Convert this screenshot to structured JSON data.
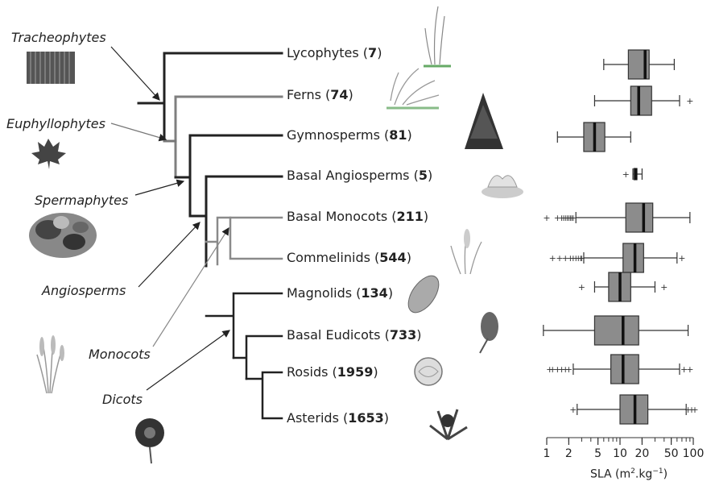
{
  "clades": {
    "tracheophytes": "Tracheophytes",
    "euphyllophytes": "Euphyllophytes",
    "spermaphytes": "Spermaphytes",
    "angiosperms": "Angiosperms",
    "monocots": "Monocots",
    "dicots": "Dicots"
  },
  "taxa": [
    {
      "name": "Lycophytes",
      "n": "7"
    },
    {
      "name": "Ferns",
      "n": "74"
    },
    {
      "name": "Gymnosperms",
      "n": "81"
    },
    {
      "name": "Basal Angiosperms",
      "n": "5"
    },
    {
      "name": "Basal Monocots",
      "n": "211"
    },
    {
      "name": "Commelinids",
      "n": "544"
    },
    {
      "name": "Magnolids",
      "n": "134"
    },
    {
      "name": "Basal Eudicots",
      "n": "733"
    },
    {
      "name": "Rosids",
      "n": "1959"
    },
    {
      "name": "Asterids",
      "n": "1653"
    }
  ],
  "axis": {
    "title_main": "SLA (m",
    "title_sup1": "2",
    "title_mid": ".kg",
    "title_sup2": "−1",
    "title_end": ")",
    "tick_labels": [
      "1",
      "2",
      "5",
      "10",
      "20",
      "50",
      "100"
    ]
  },
  "chart_data": {
    "type": "boxplot",
    "scale": "log",
    "xlim": [
      1,
      100
    ],
    "box_fill": "#8c8c8c",
    "series": [
      {
        "group": "Lycophytes",
        "min": 6,
        "q1": 13,
        "median": 22,
        "q3": 25,
        "max": 55,
        "outliers": []
      },
      {
        "group": "Ferns",
        "min": 4.5,
        "q1": 14,
        "median": 18,
        "q3": 27,
        "max": 65,
        "outliers": [
          90
        ]
      },
      {
        "group": "Gymnosperms",
        "min": 1.4,
        "q1": 3.2,
        "median": 4.5,
        "q3": 6.2,
        "max": 14,
        "outliers": []
      },
      {
        "group": "Basal Angiosperms",
        "min": 15,
        "q1": 15.5,
        "median": 16.5,
        "q3": 17,
        "max": 20,
        "outliers": [
          12
        ]
      },
      {
        "group": "Basal Monocots",
        "min": 2.5,
        "q1": 12,
        "median": 21,
        "q3": 28,
        "max": 90,
        "outliers": [
          1,
          1.4,
          1.6,
          1.7,
          1.8,
          1.9,
          2,
          2.1,
          2.2,
          2.3
        ]
      },
      {
        "group": "Commelinids",
        "min": 3.2,
        "q1": 11,
        "median": 16,
        "q3": 21,
        "max": 60,
        "outliers": [
          1.2,
          1.5,
          1.8,
          2.1,
          2.3,
          2.5,
          2.7,
          2.9,
          3.0,
          70
        ]
      },
      {
        "group": "Magnolids",
        "min": 4.5,
        "q1": 7,
        "median": 10,
        "q3": 14,
        "max": 30,
        "outliers": [
          3,
          40
        ]
      },
      {
        "group": "Basal Eudicots",
        "min": 0.9,
        "q1": 4.5,
        "median": 11,
        "q3": 18,
        "max": 85,
        "outliers": []
      },
      {
        "group": "Rosids",
        "min": 2.3,
        "q1": 7.5,
        "median": 11,
        "q3": 18,
        "max": 65,
        "outliers": [
          1.1,
          1.2,
          1.4,
          1.6,
          1.8,
          2.0,
          75,
          90
        ]
      },
      {
        "group": "Asterids",
        "min": 2.6,
        "q1": 10,
        "median": 16,
        "q3": 24,
        "max": 80,
        "outliers": [
          2.3,
          85,
          95,
          105
        ]
      }
    ]
  }
}
